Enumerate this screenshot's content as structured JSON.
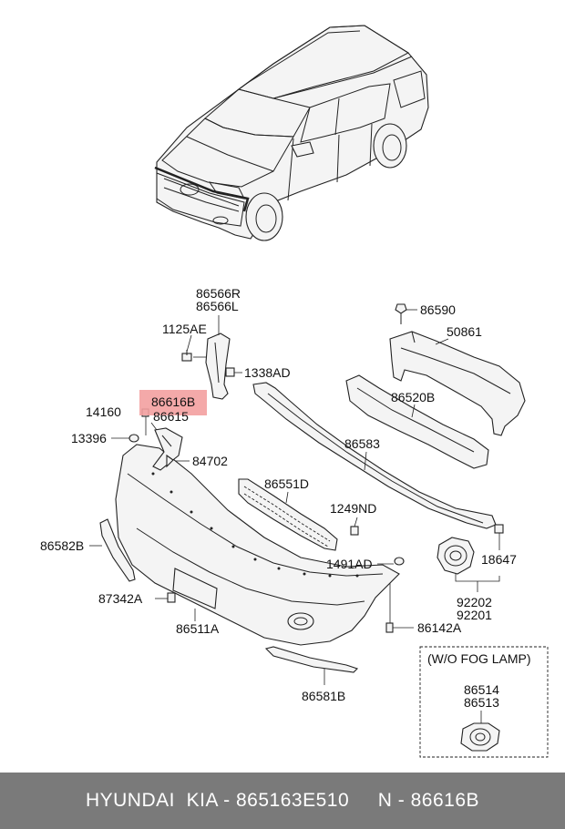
{
  "highlight_color": "#f3a0a0",
  "footer_bg": "#7a7a7a",
  "parts": {
    "p86566R": "86566R",
    "p86566L": "86566L",
    "p1125AE": "1125AE",
    "p1338AD": "1338AD",
    "p86616B": "86616B",
    "p14160": "14160",
    "p86615": "86615",
    "p13396": "13396",
    "p84702": "84702",
    "p86590": "86590",
    "p50861": "50861",
    "p86520B": "86520B",
    "p86583": "86583",
    "p86551D": "86551D",
    "p1249ND": "1249ND",
    "p86582B": "86582B",
    "p1491AD": "1491AD",
    "p18647": "18647",
    "p87342A": "87342A",
    "p92202": "92202",
    "p92201": "92201",
    "p86511A": "86511A",
    "p86142A": "86142A",
    "p86581B": "86581B"
  },
  "inset": {
    "title": "(W/O FOG LAMP)",
    "p86514": "86514",
    "p86513": "86513"
  },
  "footer": {
    "text": "HYUNDAI  KIA - 865163E510     N - 86616B"
  }
}
